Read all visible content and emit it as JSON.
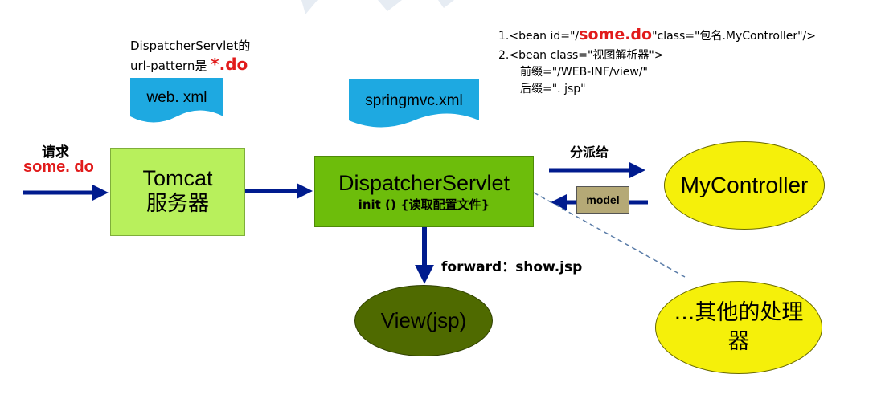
{
  "request": {
    "label": "请求",
    "value": "some. do"
  },
  "tomcat": {
    "title": "Tomcat",
    "subtitle": "服务器"
  },
  "dispatcher": {
    "title": "DispatcherServlet",
    "subtitle": "init () {读取配置文件}"
  },
  "dispatcher_note": {
    "line1": "DispatcherServlet的",
    "line2_prefix": "url-pattern是 ",
    "line2_highlight": "*.do"
  },
  "web_xml": {
    "label": "web. xml"
  },
  "springmvc_xml": {
    "label": "springmvc.xml"
  },
  "bean_config": {
    "line1_prefix": "1.<bean id=\"/",
    "line1_highlight": "some.do",
    "line1_suffix": "\"class=\"包名.MyController\"/>",
    "line2": "2.<bean class=\"视图解析器\">",
    "line3": "前缀=\"/WEB-INF/view/\"",
    "line4": "后缀=\". jsp\""
  },
  "dispatch_label": "分派给",
  "controller": {
    "label": "MyController"
  },
  "model_label": "model",
  "forward_label": "forward：show.jsp",
  "view": {
    "label": "View(jsp)"
  },
  "other_handlers": {
    "label": "...其他的处理器"
  },
  "colors": {
    "arrow": "#001b8e",
    "doc": "#1ea9e1",
    "tomcat": "#b8f05c",
    "dispatcher": "#6dbd0b",
    "controller": "#f5f00a",
    "view": "#4f6a00",
    "model": "#b5a976",
    "highlight": "#e11b1b"
  }
}
